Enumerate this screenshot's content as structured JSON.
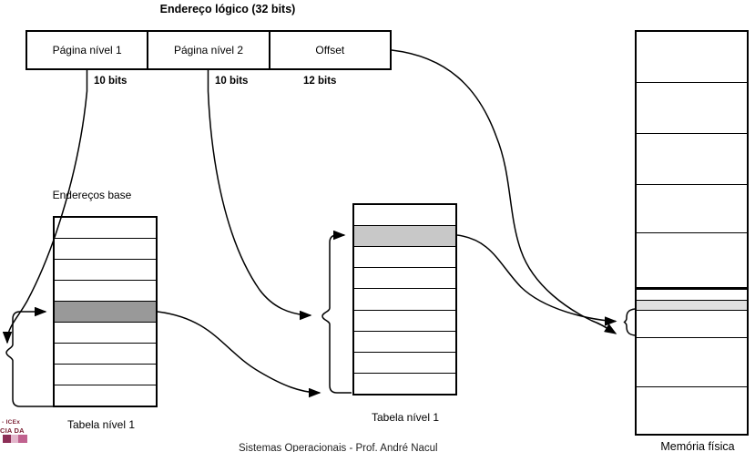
{
  "logical_address": {
    "title": "Endereço lógico (32 bits)",
    "fields": [
      {
        "label": "Página nível 1",
        "bits": "10 bits"
      },
      {
        "label": "Página nível 2",
        "bits": "10 bits"
      },
      {
        "label": "Offset",
        "bits": "12 bits"
      }
    ]
  },
  "labels": {
    "base_addresses": "Endereços base",
    "level1_table_caption": "Tabela nível 1",
    "level2_table_caption": "Tabela nível 1",
    "physical_memory_caption": "Memória física"
  },
  "diagram": {
    "level1_table": {
      "rows": 9,
      "highlighted_row_index": 4
    },
    "level2_table": {
      "rows": 9,
      "highlighted_row_index": 1
    },
    "physical_memory": {
      "rows": 10,
      "highlighted_row_index": 6
    }
  },
  "logo": {
    "line1": "- ICEx",
    "line2": "CIA DA"
  },
  "footer": {
    "text": "Sistemas Operacionais - Prof. André Nacul"
  },
  "colors": {
    "line": "#000000",
    "level1_highlight": "#999999",
    "level2_highlight": "#c8c8c8",
    "memory_highlight": "#e0e0e0",
    "logo_text": "#7a1f33",
    "logo_accent": "#c0628f"
  }
}
